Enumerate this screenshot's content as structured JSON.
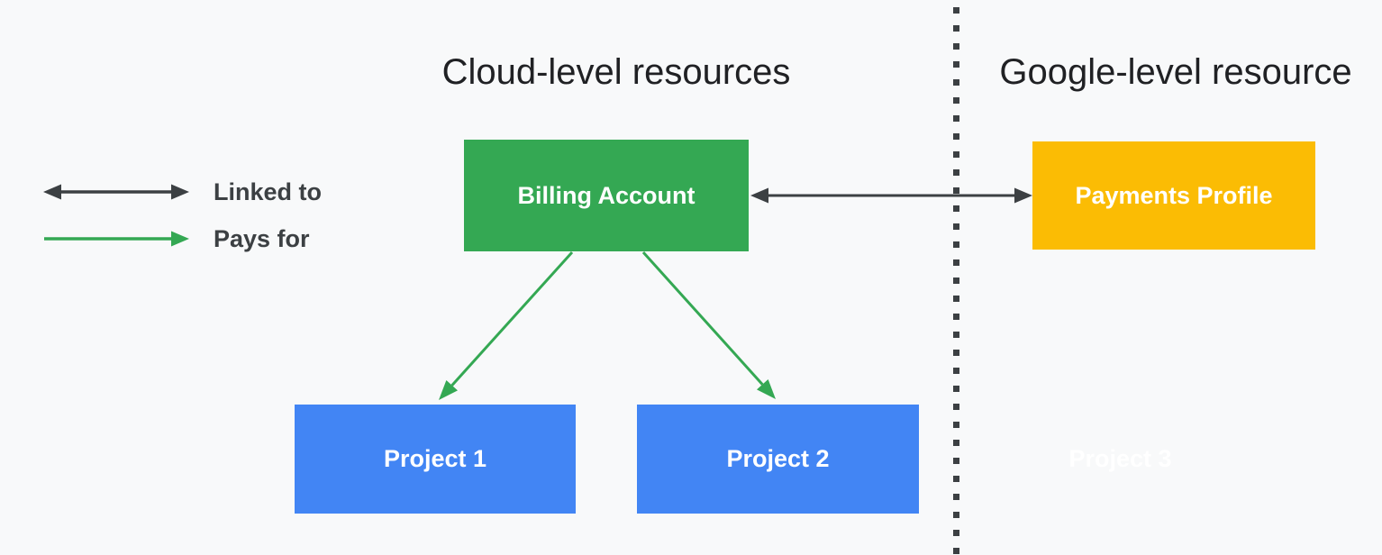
{
  "headings": {
    "left": "Cloud-level resources",
    "right": "Google-level resource"
  },
  "legend": {
    "items": [
      {
        "label": "Linked to",
        "arrow": "double-headed",
        "color": "#3C4043"
      },
      {
        "label": "Pays for",
        "arrow": "single-headed",
        "color": "#34A853"
      }
    ]
  },
  "nodes": {
    "billing_account": {
      "label": "Billing Account",
      "color": "#34A853",
      "region": "Cloud-level resources"
    },
    "payments_profile": {
      "label": "Payments Profile",
      "color": "#FBBC04",
      "region": "Google-level resource"
    },
    "project_1": {
      "label": "Project 1",
      "color": "#4285F4",
      "region": "Cloud-level resources"
    },
    "project_2": {
      "label": "Project 2",
      "color": "#4285F4",
      "region": "Cloud-level resources"
    },
    "project_3": {
      "label": "Project 3",
      "color": "transparent",
      "region": "Google-level resource"
    }
  },
  "edges": [
    {
      "from": "Billing Account",
      "to": "Payments Profile",
      "relation": "Linked to"
    },
    {
      "from": "Billing Account",
      "to": "Project 1",
      "relation": "Pays for"
    },
    {
      "from": "Billing Account",
      "to": "Project 2",
      "relation": "Pays for"
    }
  ],
  "colors": {
    "background": "#F8F9FA",
    "green": "#34A853",
    "yellow": "#FBBC04",
    "blue": "#4285F4",
    "arrow_dark": "#3C4043",
    "heading_text": "#202124",
    "legend_text": "#3C4043",
    "node_text": "#FFFFFF",
    "divider": "#3C4043"
  }
}
